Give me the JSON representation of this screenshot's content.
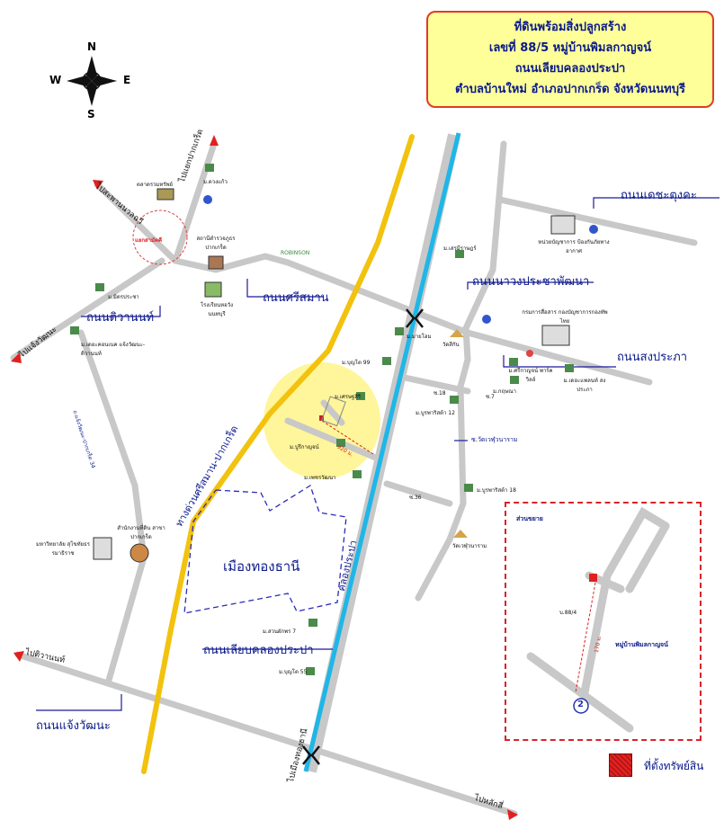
{
  "title": {
    "line1": "ที่ดินพร้อมสิ่งปลูกสร้าง",
    "line2": "เลขที่ 88/5 หมู่บ้านพิมลกาญจน์",
    "line3": "ถนนเลียบคลองประปา",
    "line4": "ตำบลบ้านใหม่ อำเภอปากเกร็ด จังหวัดนนทบุรี"
  },
  "compass": {
    "n": "N",
    "s": "S",
    "e": "E",
    "w": "W"
  },
  "roads": {
    "det_chatu": "ถนนเดชะตุงคะ",
    "nawong": "ถนนนาวงประชาพัฒนา",
    "srisaman": "ถนนศรีสมาน",
    "tiwanon": "ถนนติวานนท์",
    "songprapa": "ถนนสงประภา",
    "liab_khlong": "ถนนเลียบคลองประปา",
    "chaengwattana": "ถนนแจ้งวัฒนะ",
    "expressway": "ทางด่วนศรีสมาน-ปากเกร็ด",
    "khlong_prapa": "คลองประปา",
    "soi_watrat": "ซ.วัดเวฬุวนาราม",
    "chaengwattana_soi": "ถ.แจ้งวัฒนะ-ปากเกร็ด 34"
  },
  "directions": {
    "to_yaek_pakkret": "ไปแยกปากเกร็ด",
    "to_saphan_nuanchawi": "ไปสะพานนวลฉวี",
    "to_chaengwattana": "ไปแจ้งวัฒนะ",
    "to_tiwanon": "ไปติวานนท์",
    "to_muang_rangsit": "ไปเมืองทองธานี",
    "to_laksi": "ไปหลักสี่"
  },
  "places": {
    "talat": "ตลาดรวมทรัพย์",
    "m_duangkaew": "ม.ดวงแก้ว",
    "yaek_samsen": "แยกสามัคคี",
    "police": "สถานีตำรวจภูธร ปากเกร็ด",
    "robinson": "ROBINSON",
    "school": "โรงเรียนหอวัง นนทบุรี",
    "m_mitpracha": "ม.มิตรประชา",
    "m_chaengwattana": "ม.เดอะคอนเนค แจ้งวัฒนะ-ติวานนท์",
    "land_office": "สำนักงานที่ดิน สาขาปากเกร็ด",
    "university": "มหาวิทยาลัย สุโขทัยธรรมาธิราช",
    "muang_thong": "เมืองทองธานี",
    "m_suanpak": "ม.สวนผักพร 7",
    "m_boonyoo55": "ม.บุญโต 55",
    "m_boonyoo99": "ม.บุญโต 99",
    "m_setthasiri": "ม.เศรษฐสิริ",
    "m_pimonkan": "ม.ปูรีกาญจน์",
    "m_phetchawan": "ม.เพชรวัฒนา",
    "m_maisiam": "ม.มายโฮม",
    "wat_sisan": "วัดสีกัน",
    "m_sereerattana": "ม.เสรมีราษฎร์",
    "army_office": "หน่วยบัญชาการ ป้องกันภัยทางอากาศ",
    "air_office": "กรมการสื่อสาร กองบัญชาการกองทัพไทย",
    "m_sriyan": "ม.ศรีกาญจน์ พาร์ควิลล์",
    "m_kritsana": "ม.กฤษณา",
    "m_the_ballpark": "ม.เดอะแพลนท์ สงประภา",
    "m_bumphak12": "ม.บูรพาริสต้า 12",
    "m_bumphak18": "ม.บูรพาริสต้า 18",
    "wat_velu": "วัดเวฬุวนาราม",
    "soi18": "ซ.18",
    "soi7": "ซ.7",
    "soi36": "ซ.36",
    "distance": "920 ม.",
    "inset_title": "ส่วนขยาย",
    "inset_plot": "บ.88/4",
    "inset_distance": "170 ม.",
    "inset_village": "หมู่บ้านพิมลกาญจน์",
    "inset_marker": "2"
  },
  "legend": {
    "label": "ที่ตั้งทรัพย์สิน"
  },
  "colors": {
    "road": "#c8c8c8",
    "expressway": "#f2c20e",
    "canal": "#1fb6e8",
    "highlight": "#fff59a",
    "title_text": "#0a1a8a",
    "arrow_red": "#e02020",
    "dashed_blue": "#2a2ab8"
  }
}
